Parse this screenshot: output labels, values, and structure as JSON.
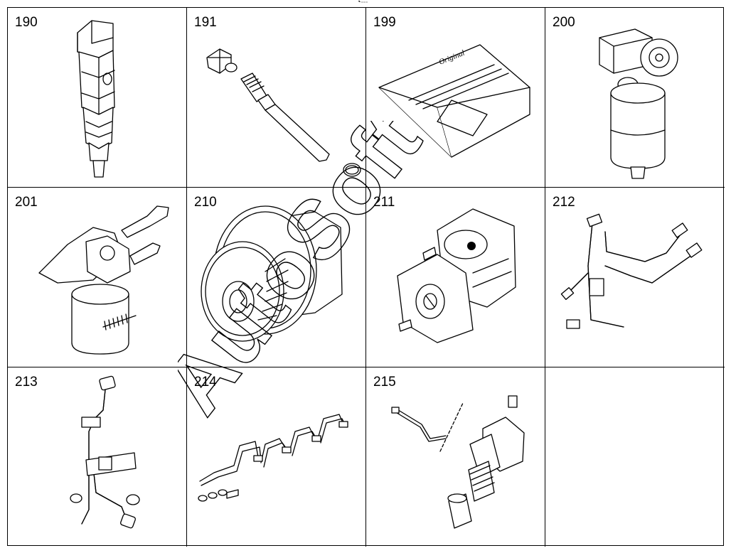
{
  "header": {
    "mark": "•̴ ₌₌₌"
  },
  "parts": [
    {
      "number": "190",
      "icon": "injector-icon"
    },
    {
      "number": "191",
      "icon": "injector-nozzle-icon"
    },
    {
      "number": "199",
      "icon": "repair-kit-box-icon"
    },
    {
      "number": "200",
      "icon": "fuel-filter-icon"
    },
    {
      "number": "201",
      "icon": "fuel-filter-housing-icon"
    },
    {
      "number": "210",
      "icon": "gear-pump-icon"
    },
    {
      "number": "211",
      "icon": "fuel-pump-icon"
    },
    {
      "number": "212",
      "icon": "fuel-line-assembly-icon"
    },
    {
      "number": "213",
      "icon": "fuel-pipe-bracket-icon"
    },
    {
      "number": "214",
      "icon": "injection-lines-icon"
    },
    {
      "number": "215",
      "icon": "unit-pump-icon"
    },
    {
      "number": "",
      "icon": ""
    }
  ],
  "box_label": "Original",
  "watermark": "AutoSoft"
}
